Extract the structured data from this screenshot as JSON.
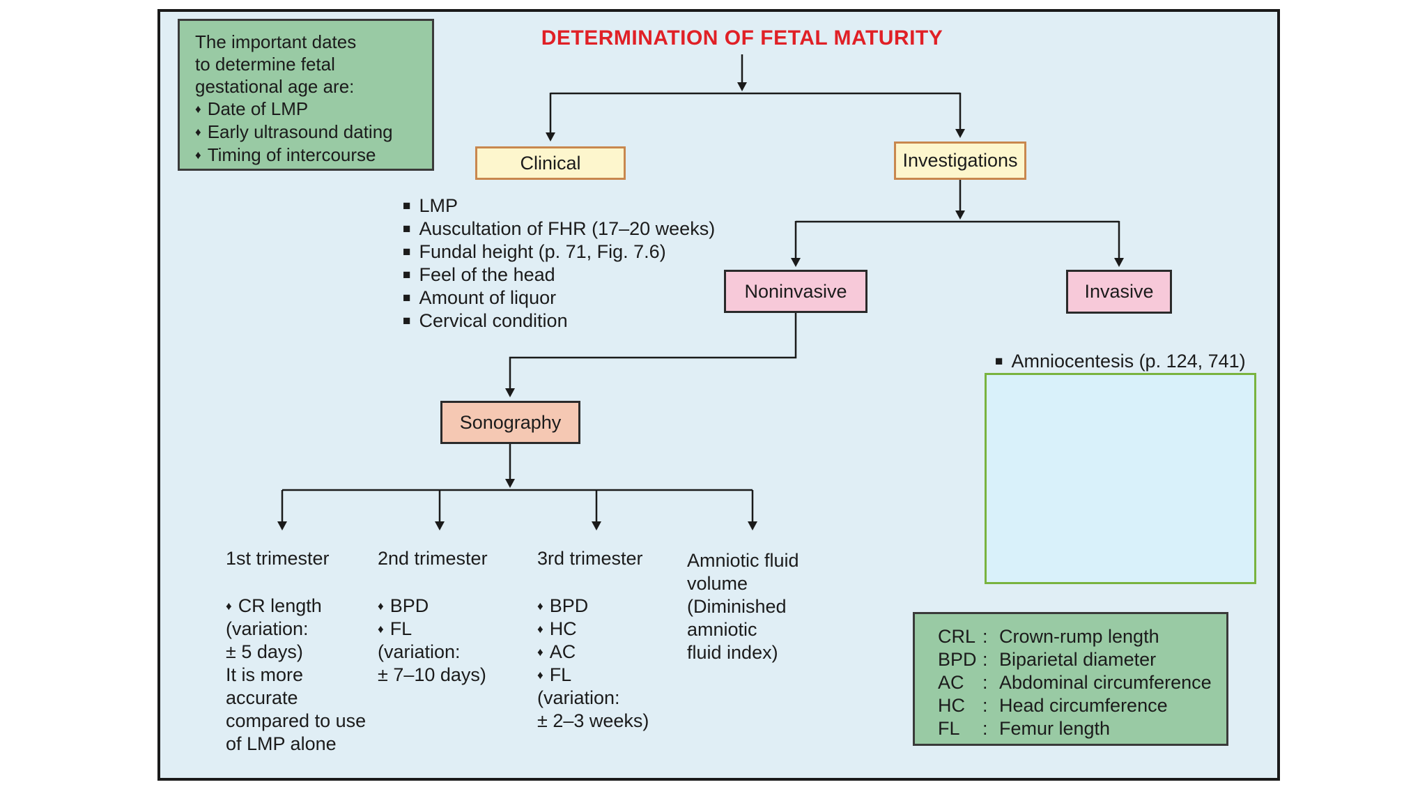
{
  "glyphs": {
    "square": "■",
    "diamond": "♦",
    "colon": ":"
  },
  "title": "DETERMINATION OF FETAL MATURITY",
  "info_box": {
    "lines": [
      "The important dates",
      "to determine fetal",
      "gestational age are:"
    ],
    "bullets": [
      "Date of LMP",
      "Early ultrasound dating",
      "Timing of intercourse"
    ]
  },
  "nodes": {
    "clinical": "Clinical",
    "investigations": "Investigations",
    "noninvasive": "Noninvasive",
    "invasive": "Invasive",
    "sonography": "Sonography"
  },
  "clinical_list": [
    "LMP",
    "Auscultation of FHR (17–20 weeks)",
    "Fundal height (p. 71, Fig. 7.6)",
    "Feel of the head",
    "Amount of liquor",
    "Cervical condition"
  ],
  "invasive_detail": {
    "amniocentesis": "Amniocentesis (p. 124, 741)"
  },
  "sonography_columns": [
    {
      "header": "1st trimester",
      "lines": [
        {
          "b": true,
          "t": "CR length"
        },
        {
          "b": false,
          "t": "(variation:"
        },
        {
          "b": false,
          "t": "± 5 days)"
        },
        {
          "b": false,
          "t": "It is more"
        },
        {
          "b": false,
          "t": "accurate"
        },
        {
          "b": false,
          "t": "compared to use"
        },
        {
          "b": false,
          "t": "of LMP alone"
        }
      ]
    },
    {
      "header": "2nd trimester",
      "lines": [
        {
          "b": true,
          "t": "BPD"
        },
        {
          "b": true,
          "t": "FL"
        },
        {
          "b": false,
          "t": "(variation:"
        },
        {
          "b": false,
          "t": "± 7–10 days)"
        }
      ]
    },
    {
      "header": "3rd trimester",
      "lines": [
        {
          "b": true,
          "t": "BPD"
        },
        {
          "b": true,
          "t": "HC"
        },
        {
          "b": true,
          "t": "AC"
        },
        {
          "b": true,
          "t": "FL"
        },
        {
          "b": false,
          "t": "(variation:"
        },
        {
          "b": false,
          "t": "± 2–3 weeks)"
        }
      ]
    },
    {
      "header": "Amniotic fluid",
      "lines": [
        {
          "b": false,
          "t": "volume"
        },
        {
          "b": false,
          "t": "(Diminished"
        },
        {
          "b": false,
          "t": "amniotic"
        },
        {
          "b": false,
          "t": "fluid index)"
        }
      ]
    }
  ],
  "abbreviations": {
    "rows": [
      {
        "k": "CRL",
        "v": "Crown-rump length"
      },
      {
        "k": "BPD",
        "v": "Biparietal diameter"
      },
      {
        "k": "AC",
        "v": "Abdominal circumference"
      },
      {
        "k": "HC",
        "v": "Head circumference"
      },
      {
        "k": "FL",
        "v": "Femur length"
      }
    ]
  },
  "colors": {
    "title_red": "#E02026",
    "frame_background": "#E0EEF5",
    "green_box": "#99CAA4",
    "yellow_node": "#FDF6CD",
    "yellow_border": "#C8874E",
    "pink_node": "#F7C9D9",
    "salmon_node": "#F5C8B3",
    "blue_box_fill": "#D9F1FA",
    "blue_box_border": "#79B33F",
    "line_color": "#1a1a1a"
  }
}
